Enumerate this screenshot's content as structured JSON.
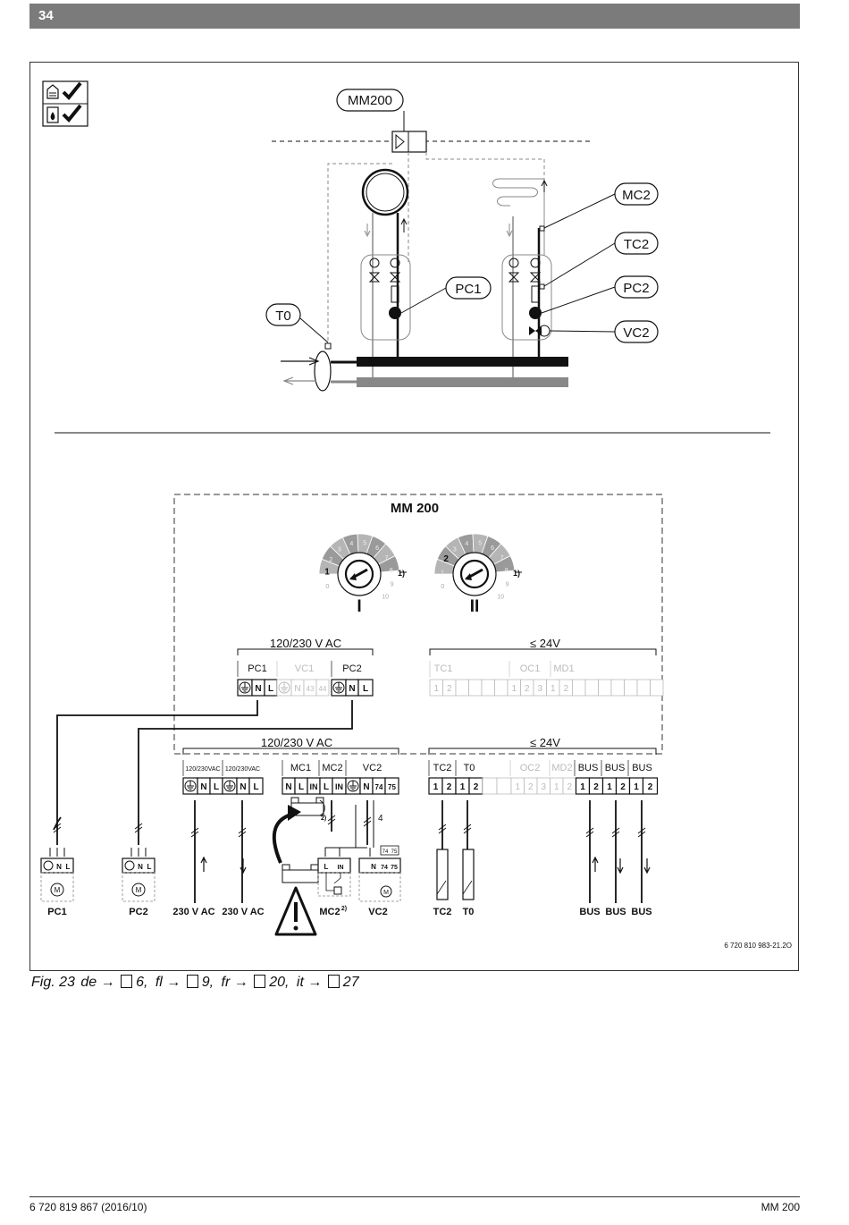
{
  "header": {
    "page_number": "34"
  },
  "hydraulic": {
    "module": "MM200",
    "callouts": {
      "mc2": "MC2",
      "tc2": "TC2",
      "pc1": "PC1",
      "pc2": "PC2",
      "vc2": "VC2",
      "t0": "T0"
    }
  },
  "wiring": {
    "module_title": "MM 200",
    "dial1_label": "I",
    "dial2_label": "II",
    "dial_note": "1)",
    "dial_digits": [
      "0",
      "1",
      "2",
      "3",
      "4",
      "5",
      "6",
      "7",
      "8",
      "9",
      "10"
    ],
    "dial1_active": "1",
    "dial2_active": "2",
    "upper_hv_label": "120/230 V AC",
    "upper_lv_label": "≤ 24V",
    "lower_hv_label": "120/230 V AC",
    "lower_lv_label": "≤ 24V",
    "upper_groups": {
      "pc1": "PC1",
      "vc1": "VC1",
      "pc2": "PC2",
      "tc1": "TC1",
      "oc1": "OC1",
      "md1": "MD1"
    },
    "upper_terminals": {
      "n": "N",
      "l": "L",
      "t43": "43",
      "t44": "44",
      "d1": "1",
      "d2": "2",
      "d3": "3"
    },
    "lower_groups": {
      "mains_in": "120/230VAC",
      "mains_out": "120/230VAC",
      "mc1": "MC1",
      "mc2": "MC2",
      "vc2": "VC2",
      "tc2": "TC2",
      "t0": "T0",
      "oc2": "OC2",
      "md2": "MD2",
      "bus": "BUS"
    },
    "lower_terminals": {
      "n": "N",
      "l": "L",
      "in": "IN",
      "t74": "74",
      "t75": "75",
      "d1": "1",
      "d2": "2",
      "d3": "3"
    },
    "wire_count": "4",
    "note_2": "2)",
    "bottom_labels": {
      "pc1": "PC1",
      "pc2": "PC2",
      "ac_in": "230 V AC",
      "ac_out": "230 V AC",
      "mc2": "MC2",
      "mc2_sup": "2)",
      "vc2": "VC2",
      "tc2": "TC2",
      "t0": "T0",
      "bus": "BUS"
    },
    "device_terms": {
      "n": "N",
      "l": "L",
      "in": "IN",
      "t74": "74",
      "t75": "75",
      "motor": "M"
    },
    "doc_id": "6 720 810 983-21.2O"
  },
  "caption": {
    "fig": "Fig. 23",
    "refs": [
      {
        "lang": "de",
        "page": "6",
        "sep": ","
      },
      {
        "lang": "fl",
        "page": "9",
        "sep": ","
      },
      {
        "lang": "fr",
        "page": "20",
        "sep": ","
      },
      {
        "lang": "it",
        "page": "27",
        "sep": ""
      }
    ],
    "arrow": "→"
  },
  "footer": {
    "doc_code": "6 720 819 867 (2016/10)",
    "product": "MM 200"
  }
}
